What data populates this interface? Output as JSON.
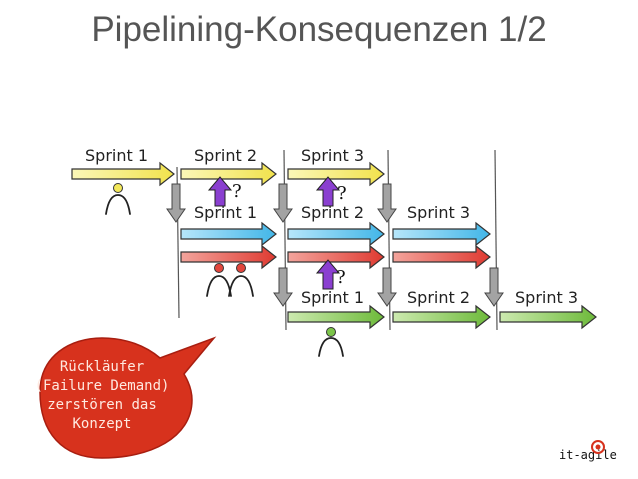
{
  "title": "Pipelining-Konsequenzen 1/2",
  "team1": {
    "labels": [
      "Sprint 1",
      "Sprint 2",
      "Sprint 3"
    ]
  },
  "team2": {
    "labels": [
      "Sprint 1",
      "Sprint 2",
      "Sprint 3"
    ]
  },
  "team3": {
    "labels": [
      "Sprint 1",
      "Sprint 2",
      "Sprint 3"
    ]
  },
  "question_mark": "?",
  "callout": {
    "lines": [
      "Rückläufer",
      "(Failure Demand)",
      "zerstören das",
      "Konzept"
    ]
  },
  "logo": {
    "text": "it-agile"
  },
  "colors": {
    "yellow": "#f3e85a",
    "blue": "#59c3ee",
    "red": "#e2453c",
    "green": "#7cc54a",
    "purple": "#8a3fd0",
    "gray": "#9a9a9a",
    "callout": "#d7321d"
  }
}
